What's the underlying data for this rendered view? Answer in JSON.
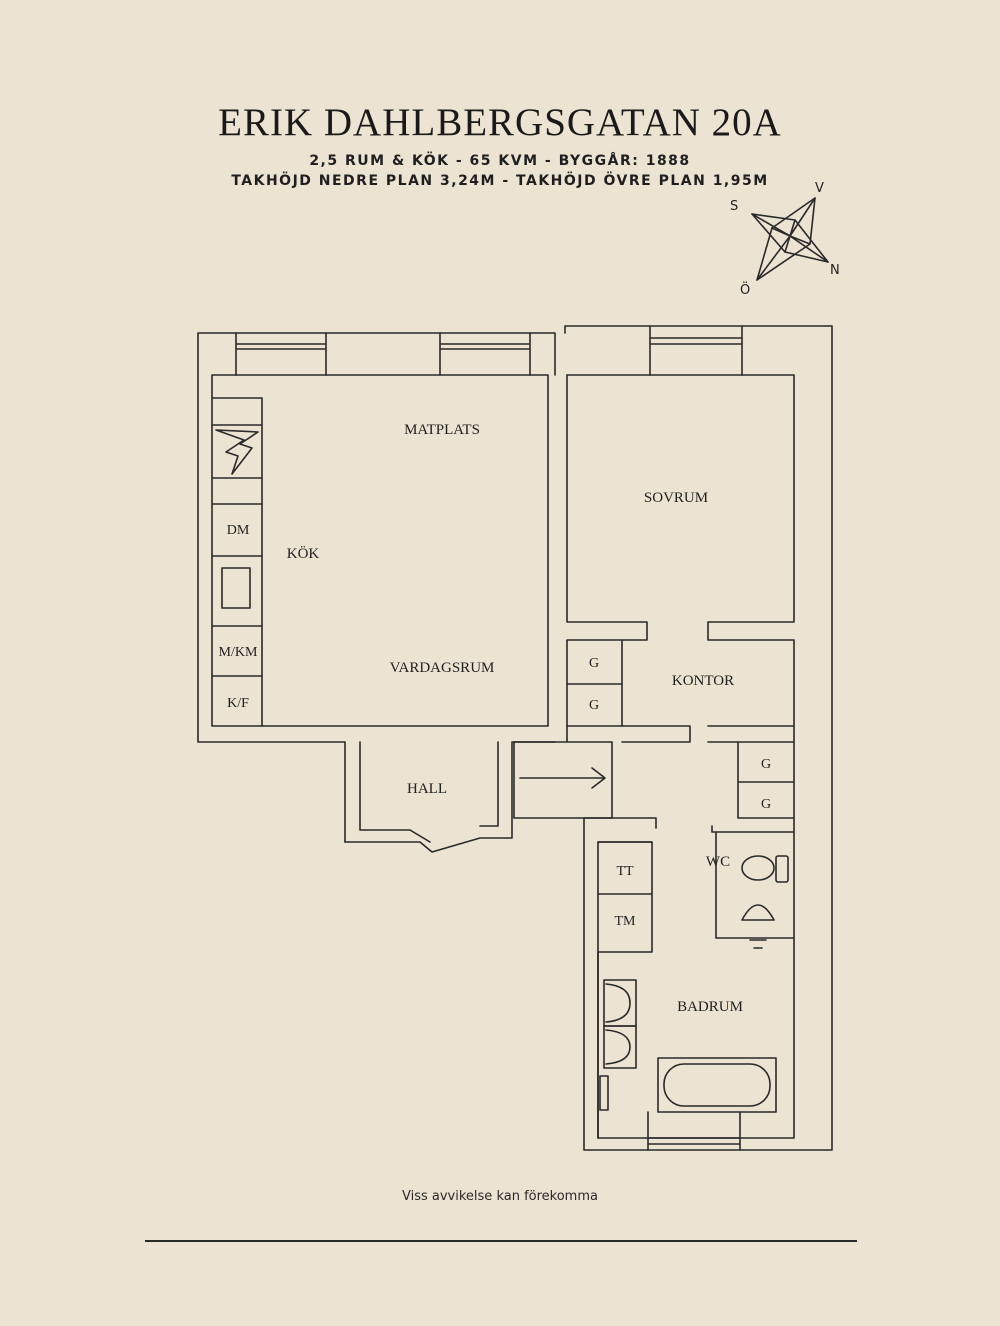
{
  "header": {
    "title": "ERIK DAHLBERGSGATAN 20A",
    "line1": "2,5 RUM & KÖK  -  65 KVM  -  BYGGÅR: 1888",
    "line2": "TAKHÖJD NEDRE PLAN 3,24M  -  TAKHÖJD ÖVRE PLAN 1,95M"
  },
  "compass": {
    "s": "S",
    "v": "V",
    "n": "N",
    "o": "Ö"
  },
  "rooms": {
    "matplats": "MATPLATS",
    "kok": "KÖK",
    "vardagsrum": "VARDAGSRUM",
    "sovrum": "SOVRUM",
    "kontor": "KONTOR",
    "hall": "HALL",
    "wc": "WC",
    "badrum": "BADRUM"
  },
  "fixtures": {
    "dm": "DM",
    "mkm": "M/KM",
    "kf": "K/F",
    "g": "G",
    "tt": "TT",
    "tm": "TM"
  },
  "footer": {
    "disclaimer": "Viss avvikelse kan förekomma"
  }
}
